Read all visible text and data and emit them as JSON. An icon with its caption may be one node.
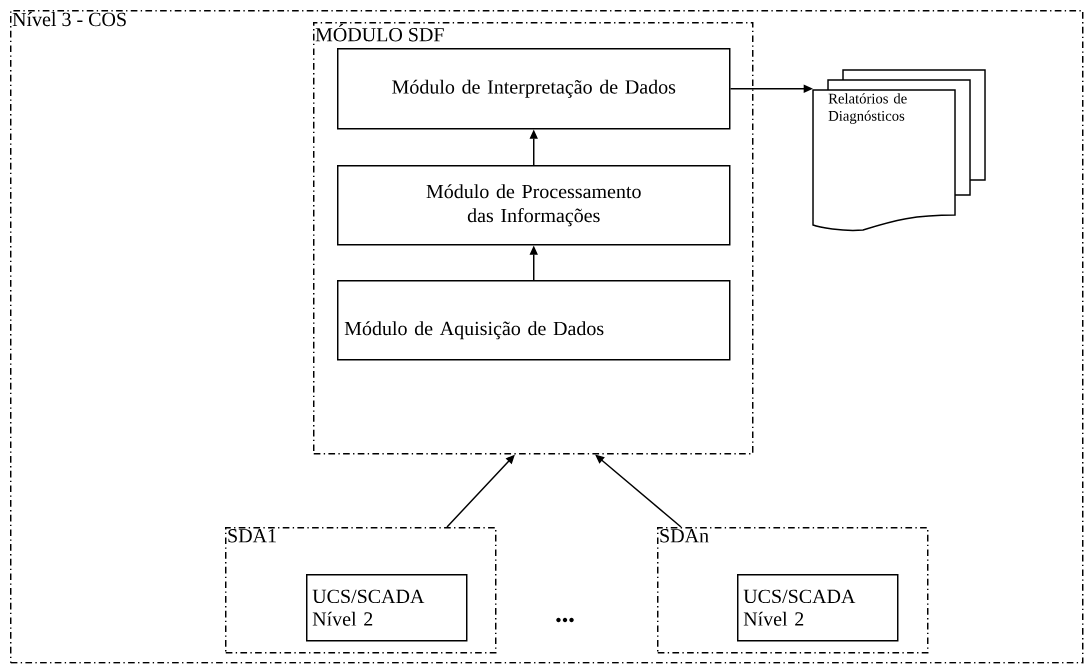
{
  "diagram": {
    "nodes": [
      {
        "text": [
          "Nível 3 - COS"
        ]
      },
      {
        "text": [
          "MÓDULO SDF"
        ],
        "in": 0
      },
      {
        "text": [
          "Módulo de Interpretação de Dados"
        ],
        "in": 1
      },
      {
        "text": [
          "Módulo de Processamento das Informações"
        ],
        "in": 1
      },
      {
        "text": [
          "Módulo de Aquisição de Dados"
        ],
        "in": 1
      },
      {
        "text": [
          "Relatórios de Diagnósticos"
        ],
        "in": 0
      },
      {
        "text": [
          "SDA1"
        ],
        "in": 0
      },
      {
        "text": [
          "UCS/SCADA Nível 2"
        ],
        "in": 6
      },
      {
        "text": [
          "SDAn"
        ],
        "in": 0
      },
      {
        "text": [
          "UCS/SCADA Nível 2"
        ],
        "in": 8
      }
    ],
    "edges": [
      {
        "from": 4,
        "to": 3,
        "arrow": "to"
      },
      {
        "from": 3,
        "to": 2,
        "arrow": "to"
      },
      {
        "from": 2,
        "to": 5,
        "arrow": "to"
      },
      {
        "from": 6,
        "to": 1,
        "arrow": "to"
      },
      {
        "from": 8,
        "to": 1,
        "arrow": "to"
      }
    ],
    "labels": [
      "•••"
    ]
  }
}
